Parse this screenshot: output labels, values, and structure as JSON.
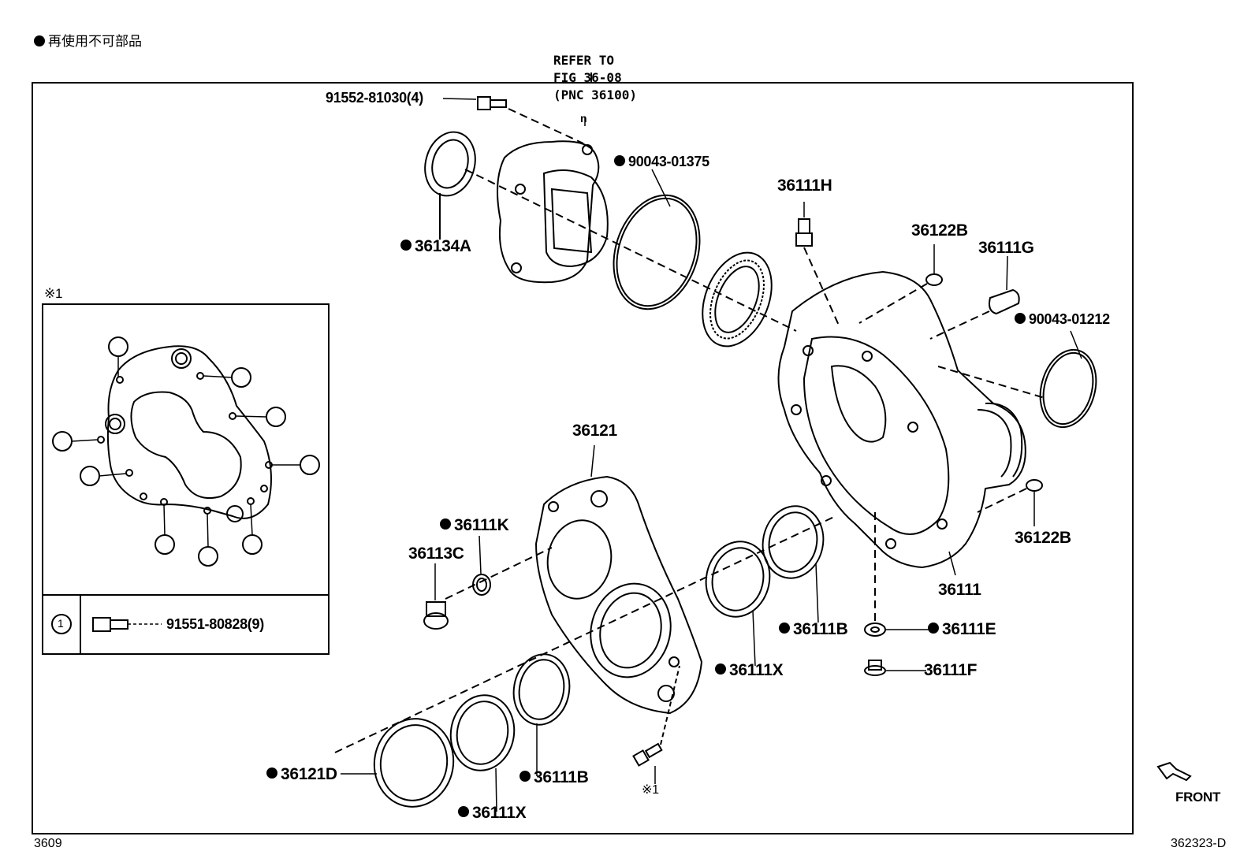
{
  "legend": {
    "text": "再使用不可部品"
  },
  "refer": {
    "line1": "REFER TO",
    "line2": "FIG 36-08",
    "line3": "(PNC 36100)"
  },
  "inset": {
    "title": "※1",
    "callout": "1",
    "part": "91551-80828(9)"
  },
  "parts": {
    "p91552": "91552-81030(4)",
    "p36134A": "36134A",
    "p90043_01375": "90043-01375",
    "p36111H": "36111H",
    "p36122B_top": "36122B",
    "p36111G": "36111G",
    "p90043_01212": "90043-01212",
    "p36121": "36121",
    "p36111K": "36111K",
    "p36113C": "36113C",
    "p36111B_mid": "36111B",
    "p36111X_mid": "36111X",
    "p36122B_bot": "36122B",
    "p36111": "36111",
    "p36111E": "36111E",
    "p36111F": "36111F",
    "p36121D": "36121D",
    "p36111B_low": "36111B",
    "p36111X_low": "36111X",
    "note1": "※1",
    "marker_n": "n"
  },
  "footer": {
    "left": "3609",
    "right": "362323-D",
    "front": "FRONT"
  }
}
